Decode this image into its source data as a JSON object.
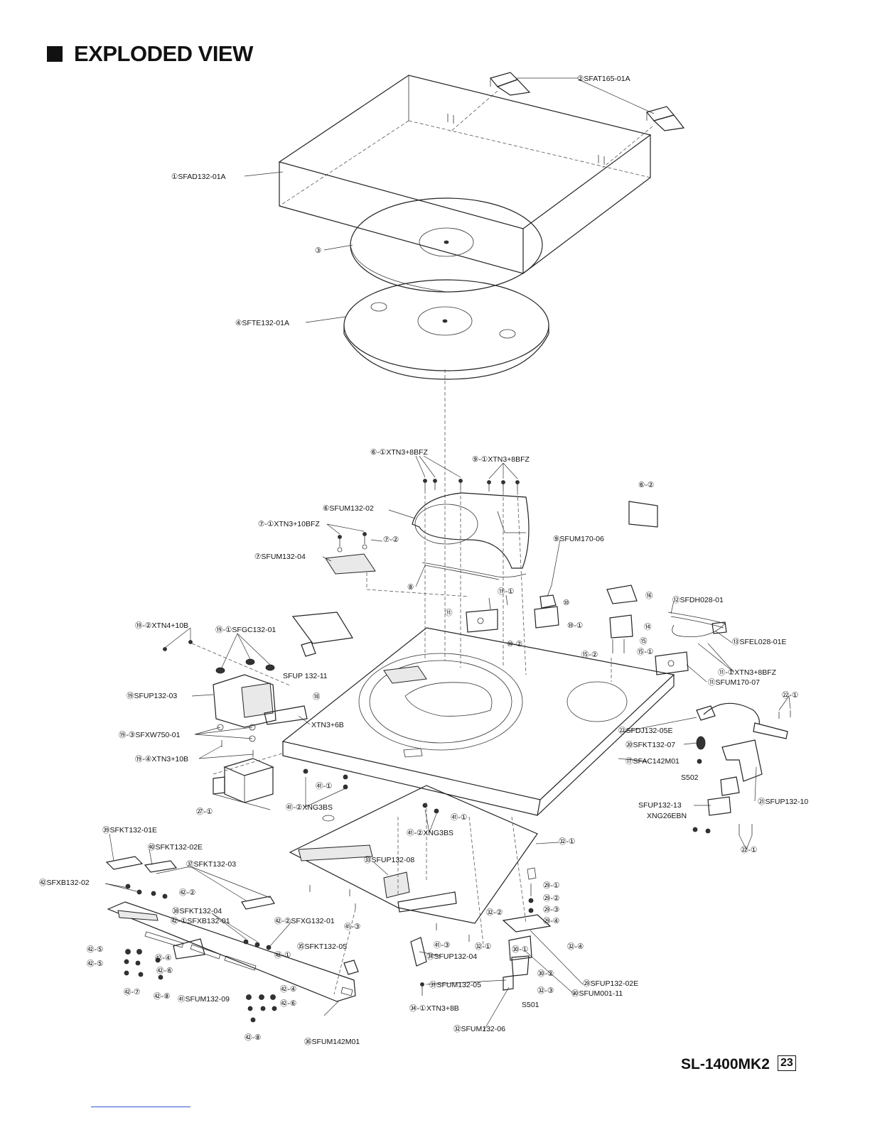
{
  "header": {
    "title": "EXPLODED VIEW"
  },
  "footer": {
    "model": "SL-1400MK2",
    "page": "23"
  },
  "labels": {
    "sfat165": "②SFAT165-01A",
    "sfad132": "①SFAD132-01A",
    "n3": "③",
    "sfte132": "④SFTE132-01A",
    "xtn6_1": "⑥-①XTN3+8BFZ",
    "xtn9_1": "⑨-①XTN3+8BFZ",
    "n6_2": "⑥-②",
    "sfum132_02": "⑥SFUM132-02",
    "xtn7_1": "⑦-①XTN3+10BFZ",
    "n7_2": "⑦-②",
    "sfum132_04": "⑦SFUM132-04",
    "sfum170_06": "⑨SFUM170-06",
    "n8": "⑧",
    "n11_1": "⑪-①",
    "n11": "⑪",
    "n10": "⑩",
    "n10_1": "⑩-①",
    "n10_2": "⑩-②",
    "n16": "⑯",
    "n14": "⑭",
    "n15": "⑮",
    "n15_1": "⑮-①",
    "n15_2": "⑮-②",
    "sfdh028": "⑫SFDH028-01",
    "sfel028": "⑬SFEL028-01E",
    "xtn11_1": "⑪-①XTN3+8BFZ",
    "sfum170_07": "⑪SFUM170-07",
    "n22_1a": "㉒-①",
    "xtn19_2": "⑲-②XTN4+10B",
    "sfgc132": "⑲-①SFGC132-01",
    "sfup132_11": "SFUP 132-11",
    "n18": "⑱",
    "sfup132_03": "⑲SFUP132-03",
    "xtn3_6b": "XTN3+6B",
    "sfxw750": "⑲-③SFXW750-01",
    "xtn19_4": "⑲-④XTN3+10B",
    "sfdj132": "㉒SFDJ132-05E",
    "sfkt132_07": "⑳SFKT132-07",
    "sfac142": "⑰SFAC142M01",
    "s502": "S502",
    "sfup132_13": "SFUP132-13",
    "xng26ebn": "XNG26EBN",
    "sfup132_10": "㉑SFUP132-10",
    "n22_1b": "㉒-①",
    "n7_1t": "㉗-①",
    "n41_1a": "㊶-①",
    "xng41_2a": "㊶-②XNG3BS",
    "n41_1b": "㊶-①",
    "xng41_2b": "㊶-②XNG3BS",
    "n32_1": "㉜-①",
    "sfkt132_01e": "㊴SFKT132-01E",
    "sfkt132_02e": "㊵SFKT132-02E",
    "sfkt132_03": "㊲SFKT132-03",
    "sfxb132_02": "㊷SFXB132-02",
    "n42_2": "㊷-②",
    "sfkt132_04": "㊳SFKT132-04",
    "sfxb132_01": "㊷-①SFXB132-01",
    "sfup132_08": "㉝SFUP132-08",
    "sfxg132": "㊷-②SFXG132-01",
    "n41_3a": "㊶-③",
    "n29_1": "㉙-①",
    "n29_2": "㉙-②",
    "n29_3": "㉙-③",
    "n29_4": "㉙-④",
    "n32_2": "㉜-②",
    "n41_3b": "㊶-③",
    "n32_1b": "㉜-①",
    "n30_1": "㉚-①",
    "n32_4": "㉜-④",
    "n42_5a": "㊷-⑤",
    "n42_5b": "㊷-⑤",
    "n42_4a": "㊷-④",
    "n42_6a": "㊷-⑥",
    "n42_1": "㊷-①",
    "sfkt132_05": "㉟SFKT132-05",
    "sfup132_04": "㉞SFUP132-04",
    "n30_2": "㉚-②",
    "n42_7": "㊷-⑦",
    "n42_8a": "㊷-⑧",
    "sfum132_09": "㊶SFUM132-09",
    "n42_4b": "㊷-④",
    "n42_6b": "㊷-⑥",
    "n32_3": "㉜-③",
    "sfum132_05": "㉛SFUM132-05",
    "sfup132_02e": "㉙SFUP132-02E",
    "sfum001": "㉚SFUM001-11",
    "s501": "S501",
    "n42_8b": "㊷-⑧",
    "n34_1": "㉞-①",
    "xtn3_8b": "XTN3+8B",
    "sfum132_06": "㉜SFUM132-06",
    "sfum142": "㊱SFUM142M01"
  }
}
